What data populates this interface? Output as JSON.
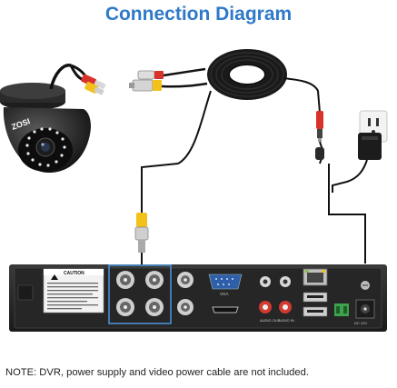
{
  "title": "Connection Diagram",
  "camera": {
    "brand_label": "ZOSI"
  },
  "dvr": {
    "caution_label": "CAUTION",
    "vga_label": "VGA",
    "audio_out_label": "AUDIO OUT",
    "audio_in_label": "AUDIO IN",
    "dc_label": "DC 12V"
  },
  "note": "NOTE: DVR, power supply and video power cable are not included.",
  "colors": {
    "title": "#2f79c9",
    "highlight_box": "#4a8fd6",
    "dvr_body": "#2a2a2a",
    "cable": "#111111",
    "bnc_yellow": "#f2c21a",
    "power_red": "#d8322a",
    "audio_red": "#d23a30"
  }
}
